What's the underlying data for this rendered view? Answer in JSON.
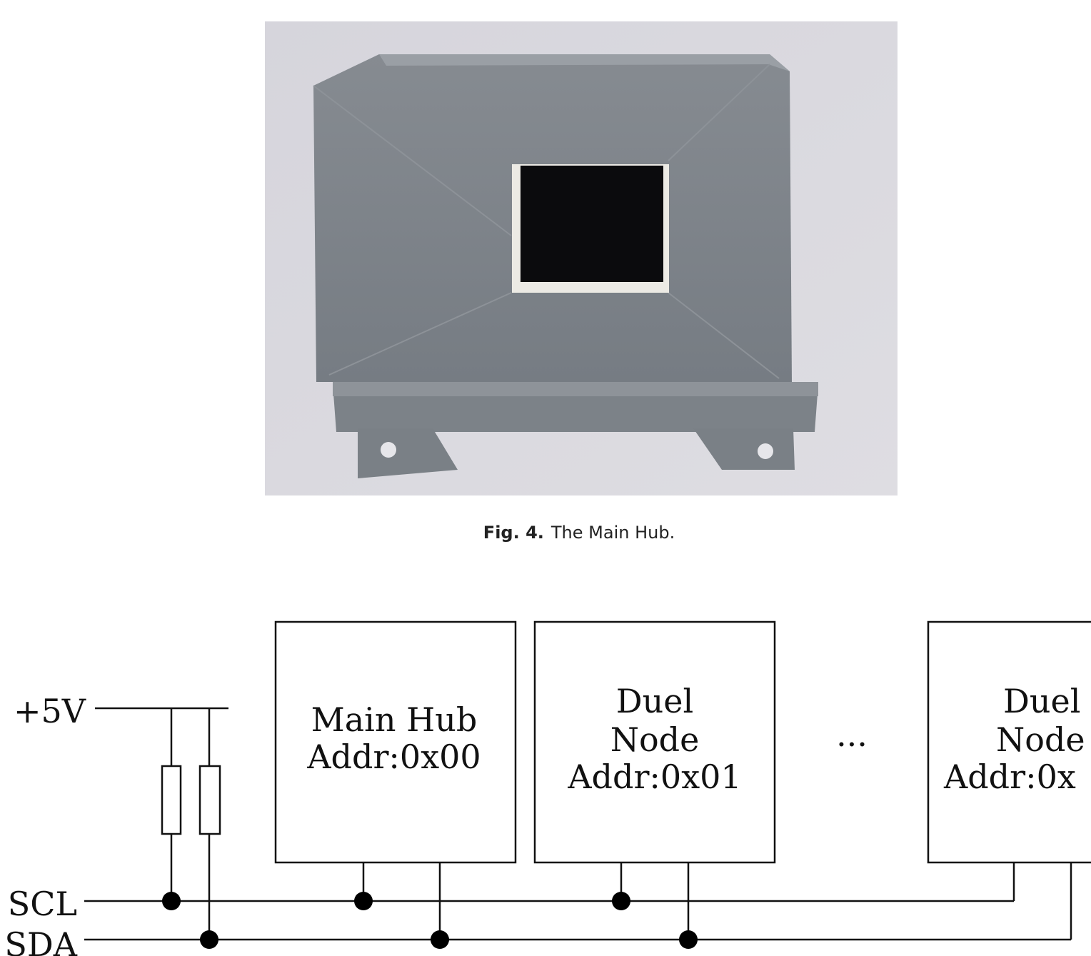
{
  "figure4": {
    "label": "Fig. 4.",
    "caption": "The Main Hub."
  },
  "diagram": {
    "power_label": "+5V",
    "scl_label": "SCL",
    "sda_label": "SDA",
    "ellipsis": "...",
    "boxes": [
      {
        "line1": "Main Hub",
        "line2": "Addr:0x00"
      },
      {
        "line1": "Duel",
        "line2": "Node",
        "line3": "Addr:0x01"
      },
      {
        "line1": "Duel",
        "line2": "Node",
        "line3": "Addr:0x"
      }
    ]
  },
  "colors": {
    "photo_background": "#d9d8de",
    "hub_plastic": "#7f858b",
    "screen": "#0b0b0d"
  }
}
